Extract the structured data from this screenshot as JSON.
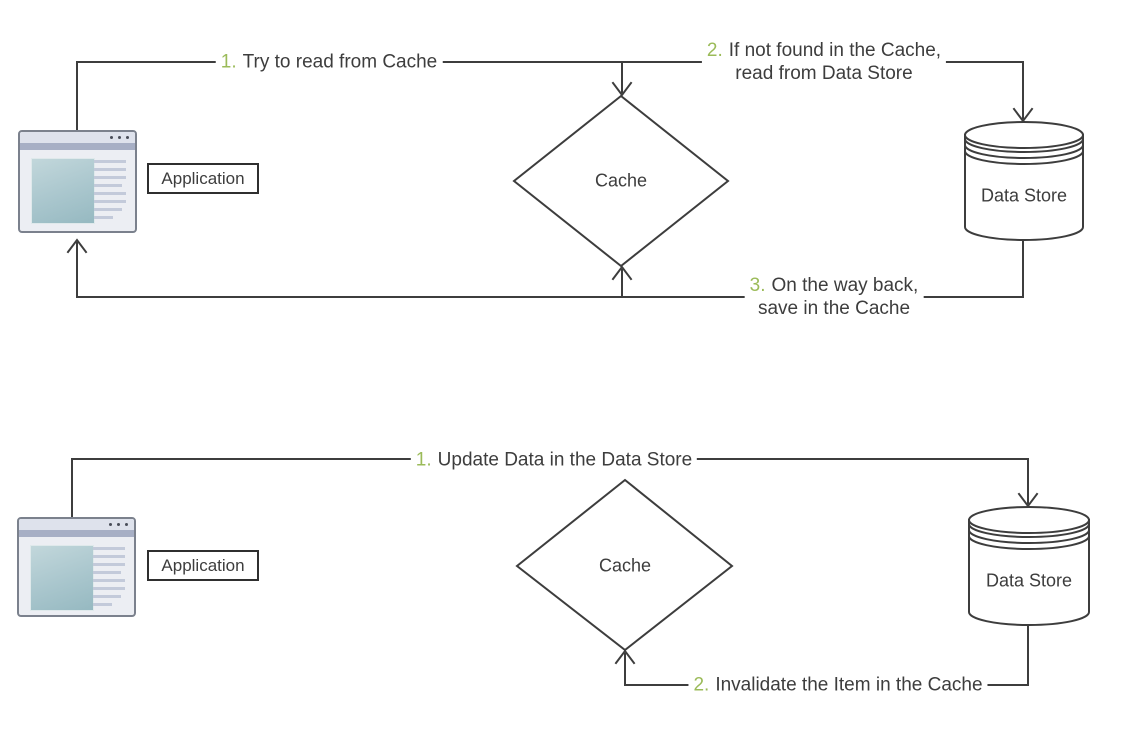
{
  "colors": {
    "line_ink": "#3D3D3D",
    "step_number_olive": "#9BBB59",
    "label_box_border": "#2F2F2F",
    "app_icon_teal": "#A9C6CD",
    "app_icon_titlebar_strip": "#A7AFC5"
  },
  "icons": {
    "application": "browser-window-icon",
    "cache": "diamond-shape",
    "data_store": "database-cylinder-shape",
    "connectors": "open-v-arrowheads"
  },
  "diagrams": [
    {
      "name": "cache-read-flow",
      "application_label": "Application",
      "cache_label": "Cache",
      "datastore_label": "Data Store",
      "steps": [
        {
          "num": "1.",
          "line1": "Try to read from Cache",
          "line2": ""
        },
        {
          "num": "2.",
          "line1": "If not found in the Cache,",
          "line2": "read from Data Store"
        },
        {
          "num": "3.",
          "line1": "On the way back,",
          "line2": "save in the Cache"
        }
      ]
    },
    {
      "name": "cache-invalidate-flow",
      "application_label": "Application",
      "cache_label": "Cache",
      "datastore_label": "Data Store",
      "steps": [
        {
          "num": "1.",
          "line1": "Update Data in the Data Store",
          "line2": ""
        },
        {
          "num": "2.",
          "line1": "Invalidate the Item in the Cache",
          "line2": ""
        }
      ]
    }
  ]
}
